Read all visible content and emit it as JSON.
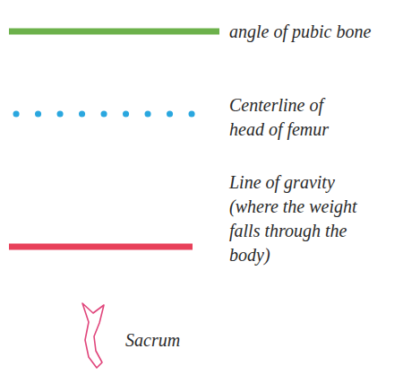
{
  "diagram": {
    "legend": [
      {
        "text": "angle of pubic bone"
      },
      {
        "text": "Centerline of head of femur"
      },
      {
        "text": "Line of gravity (where the weight falls through the body)"
      },
      {
        "text": "Sacrum"
      }
    ]
  }
}
